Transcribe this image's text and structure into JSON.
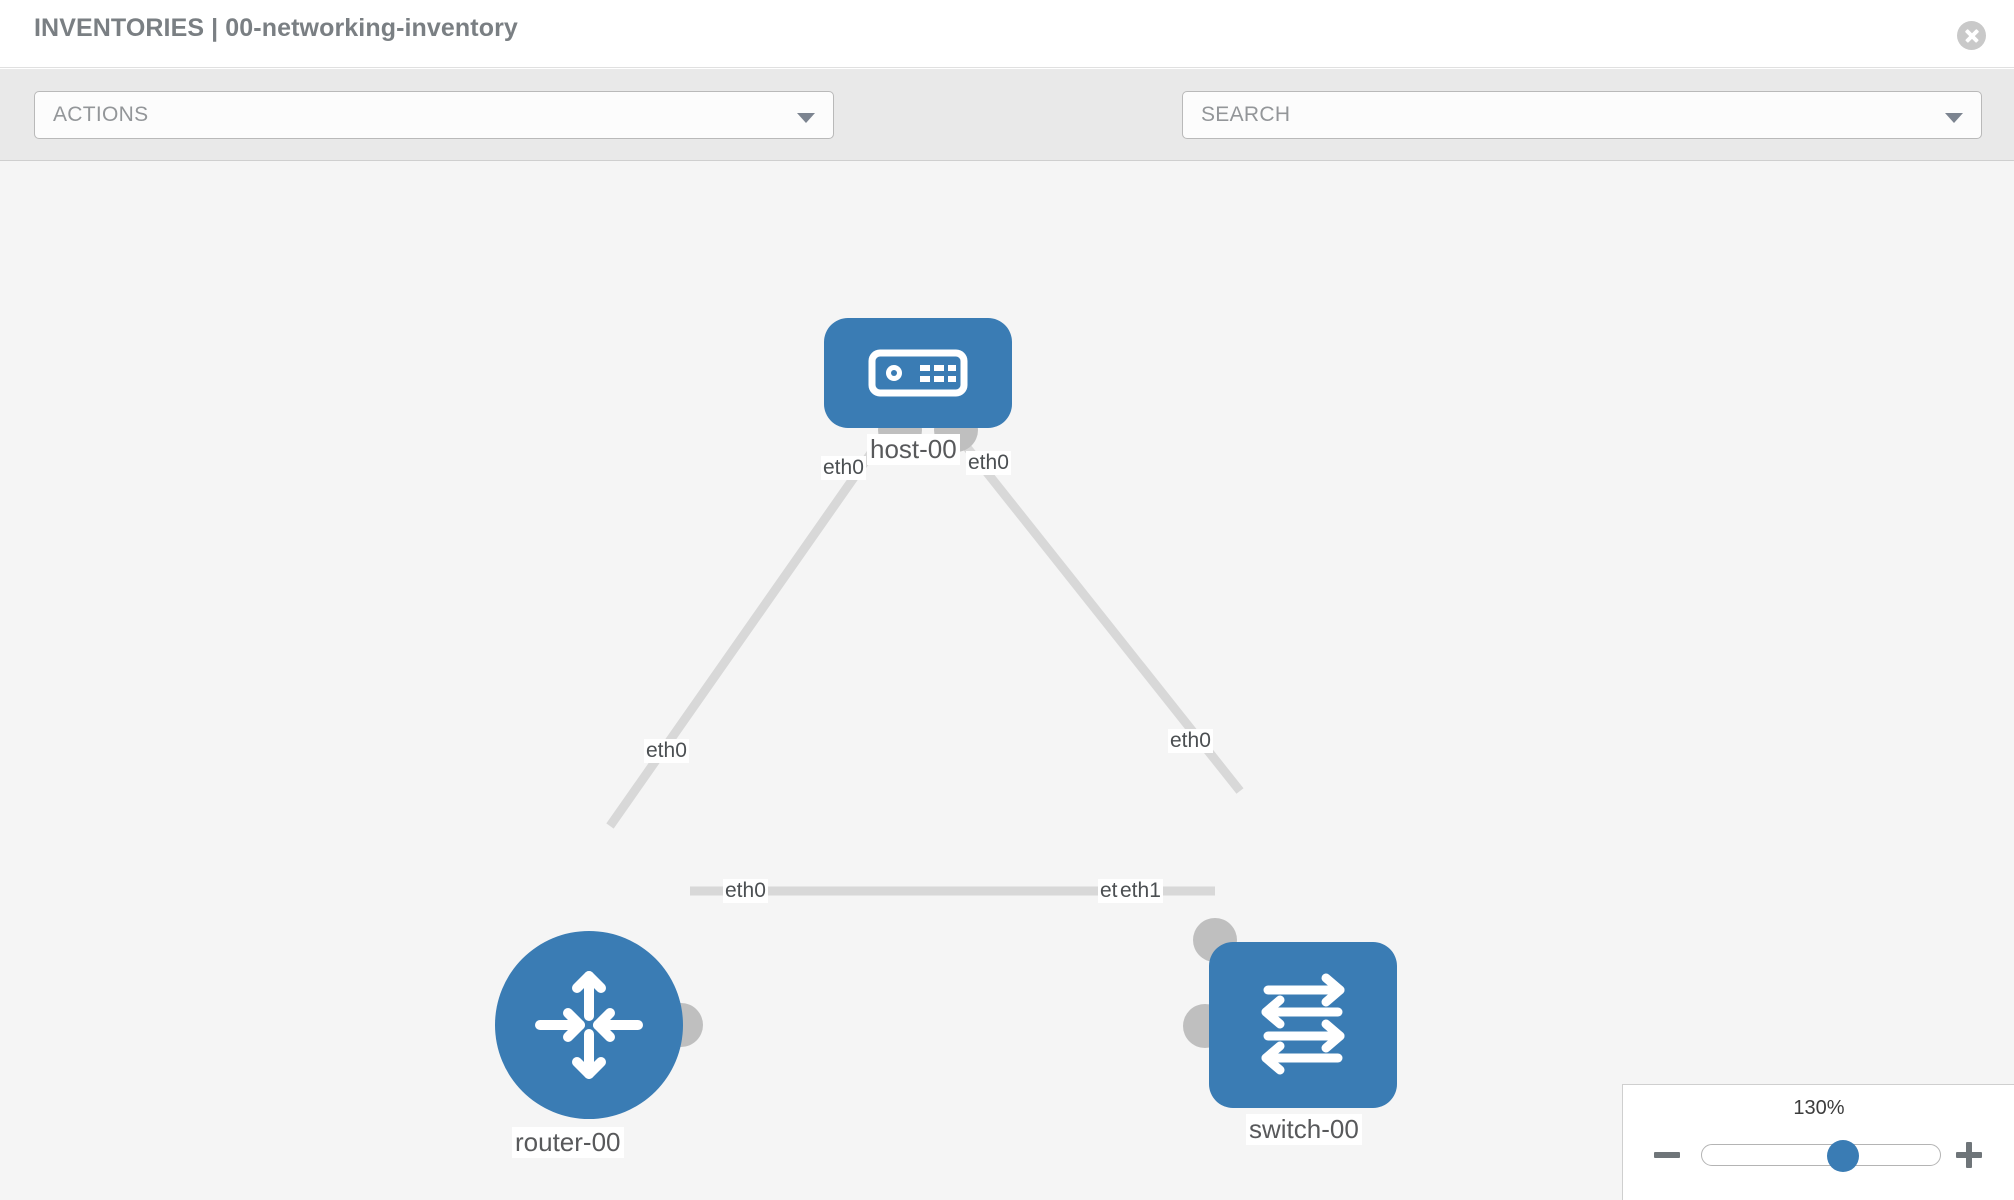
{
  "header": {
    "title": "INVENTORIES | 00-networking-inventory",
    "close_label": "close-icon"
  },
  "toolbar": {
    "actions_label": "ACTIONS",
    "search_placeholder": "SEARCH",
    "wrench_icon": "wrench-icon",
    "key_icon": "key-icon"
  },
  "topology": {
    "nodes": [
      {
        "id": "host-00",
        "label": "host-00",
        "type": "host",
        "color": "#3a7cb4"
      },
      {
        "id": "router-00",
        "label": "router-00",
        "type": "router",
        "color": "#3a7cb4"
      },
      {
        "id": "switch-00",
        "label": "switch-00",
        "type": "switch",
        "color": "#3a7cb4"
      }
    ],
    "edge_labels": {
      "host_left": "eth0",
      "host_right": "eth0",
      "router_up": "eth0",
      "switch_up": "eth0",
      "router_right": "eth0",
      "switch_left_under": "eth",
      "switch_left": "eth1"
    },
    "link_color": "#d8d8d8",
    "nub_color": "#bfbfbf"
  },
  "zoom": {
    "value": "130%",
    "minus_label": "zoom-out",
    "plus_label": "zoom-in",
    "thumb_position_pct": 60
  }
}
